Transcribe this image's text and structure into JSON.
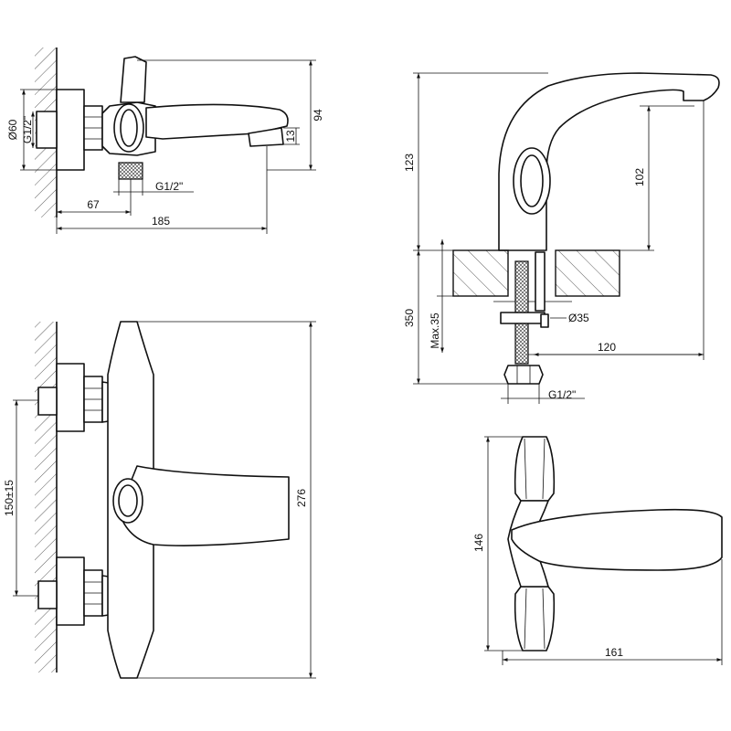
{
  "views": {
    "side": {
      "dims": {
        "d1": "Ø60",
        "d2": "G1/2\"",
        "d3": "13",
        "d4": "94",
        "d5": "G1/2\"",
        "d6": "67",
        "d7": "185"
      }
    },
    "front": {
      "dims": {
        "d1": "150±15",
        "d2": "276"
      }
    },
    "basin": {
      "dims": {
        "d1": "123",
        "d2": "102",
        "d3": "350",
        "d4": "Max.35",
        "d5": "Ø35",
        "d6": "120",
        "d7": "G1/2\""
      }
    },
    "top": {
      "dims": {
        "d1": "146",
        "d2": "161"
      }
    }
  }
}
